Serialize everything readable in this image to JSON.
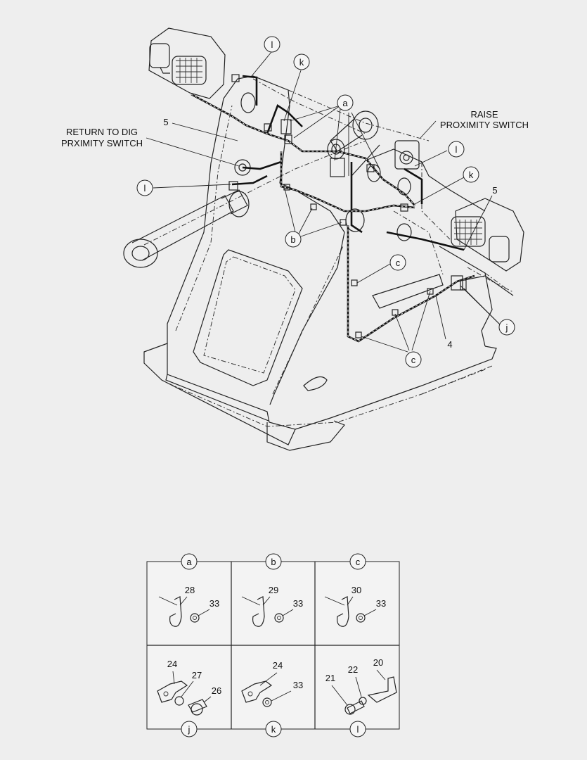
{
  "callouts": {
    "a": "a",
    "b": "b",
    "c": "c",
    "j": "j",
    "k": "k",
    "l": "l",
    "five": "5",
    "four": "4"
  },
  "labels": {
    "return_to_dig_line1": "RETURN TO DIG",
    "return_to_dig_line2": "PRXIMITY SWITCH",
    "raise_line1": "RAISE",
    "raise_line2": "PROXIMITY SWITCH"
  },
  "detail_grid": {
    "cells": [
      {
        "letter": "a",
        "parts": [
          "28",
          "33"
        ]
      },
      {
        "letter": "b",
        "parts": [
          "29",
          "33"
        ]
      },
      {
        "letter": "c",
        "parts": [
          "30",
          "33"
        ]
      },
      {
        "letter": "j",
        "parts": [
          "24",
          "27",
          "26"
        ]
      },
      {
        "letter": "k",
        "parts": [
          "24",
          "33"
        ]
      },
      {
        "letter": "l",
        "parts": [
          "21",
          "22",
          "20"
        ]
      }
    ]
  }
}
